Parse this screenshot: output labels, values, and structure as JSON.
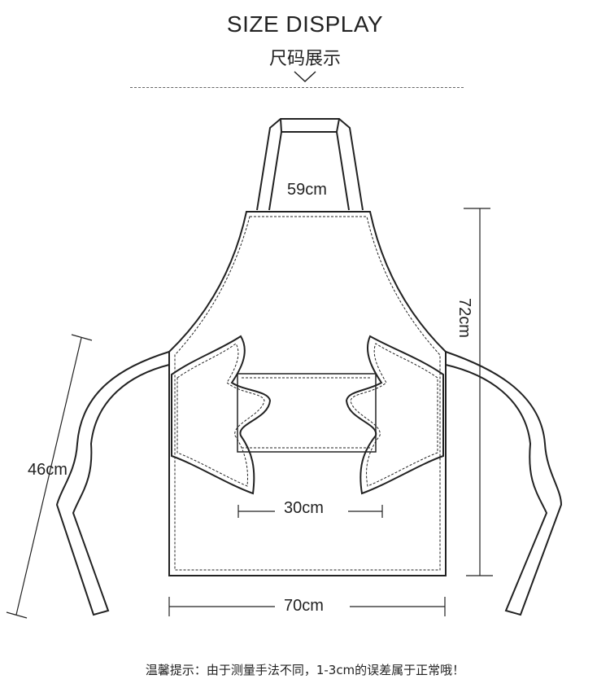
{
  "header": {
    "title_en": "SIZE DISPLAY",
    "title_zh": "尺码展示"
  },
  "dimensions": {
    "neck_strap": "59cm",
    "total_length": "72cm",
    "waist_tie": "46cm",
    "pocket_width": "30cm",
    "apron_width": "70cm"
  },
  "footnote": "温馨提示：由于测量手法不同，1-3cm的误差属于正常哦！",
  "colors": {
    "line": "#222222",
    "background": "#ffffff"
  }
}
